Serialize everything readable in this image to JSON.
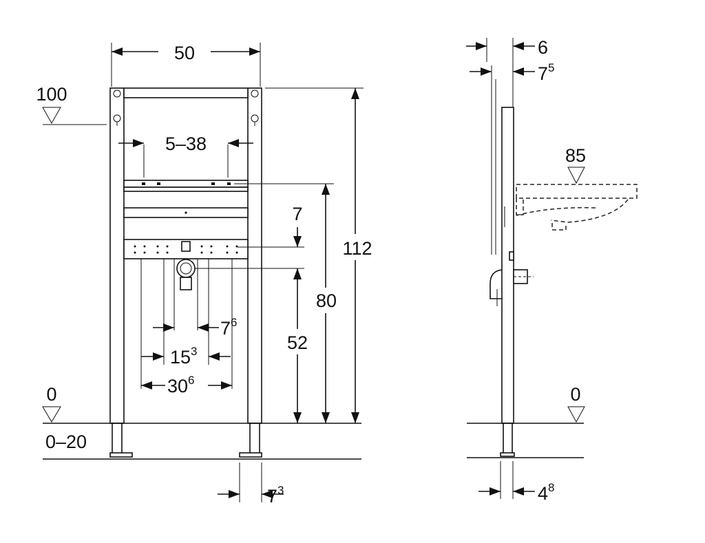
{
  "front_view": {
    "width": "50",
    "level_top": "100",
    "adjust_range": "5–38",
    "dim_7": "7",
    "height_total": "112",
    "height_80": "80",
    "height_52": "52",
    "dim_7_6": {
      "main": "7",
      "sup": "6"
    },
    "dim_15_3": {
      "main": "15",
      "sup": "3"
    },
    "dim_30_6": {
      "main": "30",
      "sup": "6"
    },
    "level_floor": "0",
    "floor_range": "0–20",
    "dim_7_3": {
      "main": "7",
      "sup": "3"
    }
  },
  "side_view": {
    "dim_6": "6",
    "dim_7_5": {
      "main": "7",
      "sup": "5"
    },
    "level_basin": "85",
    "level_floor": "0",
    "dim_4_8": {
      "main": "4",
      "sup": "8"
    }
  }
}
